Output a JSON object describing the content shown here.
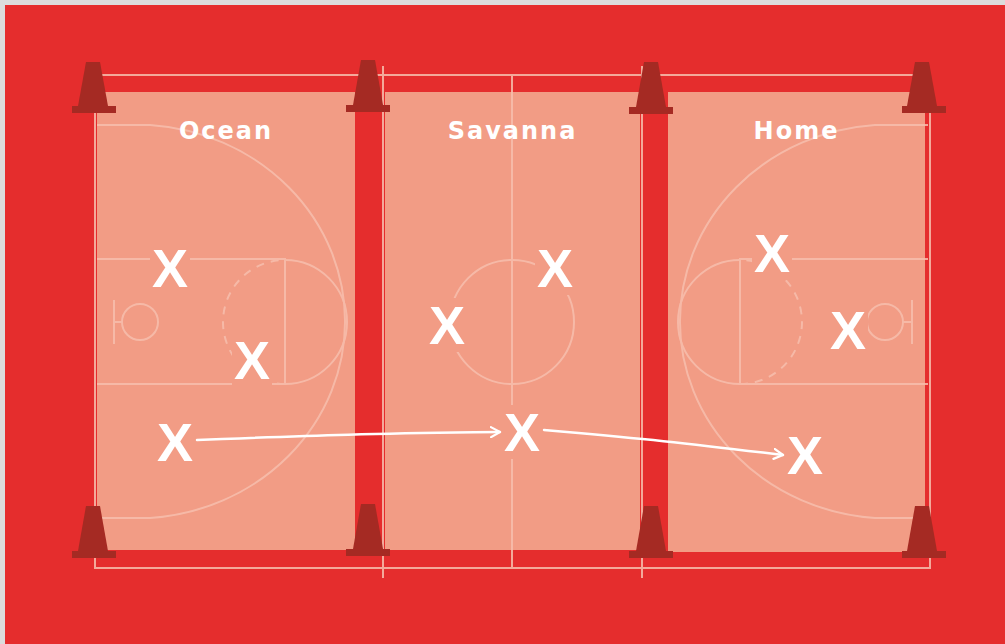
{
  "diagram": {
    "nodes": [
      {
        "text": [
          "Ocean"
        ]
      },
      {
        "text": [
          "X"
        ],
        "in": 0
      },
      {
        "text": [
          "X"
        ],
        "in": 0
      },
      {
        "text": [
          "X"
        ],
        "in": 0
      },
      {
        "text": [
          "Savanna"
        ]
      },
      {
        "text": [
          "X"
        ],
        "in": 4
      },
      {
        "text": [
          "X"
        ],
        "in": 4
      },
      {
        "text": [
          "X"
        ],
        "in": 4
      },
      {
        "text": [
          "Home"
        ]
      },
      {
        "text": [
          "X"
        ],
        "in": 8
      },
      {
        "text": [
          "X"
        ],
        "in": 8
      },
      {
        "text": [
          "X"
        ],
        "in": 8
      }
    ],
    "edges": [
      {
        "from": 3,
        "to": 7,
        "arrow": "to"
      },
      {
        "from": 7,
        "to": 11,
        "arrow": "to"
      }
    ]
  }
}
